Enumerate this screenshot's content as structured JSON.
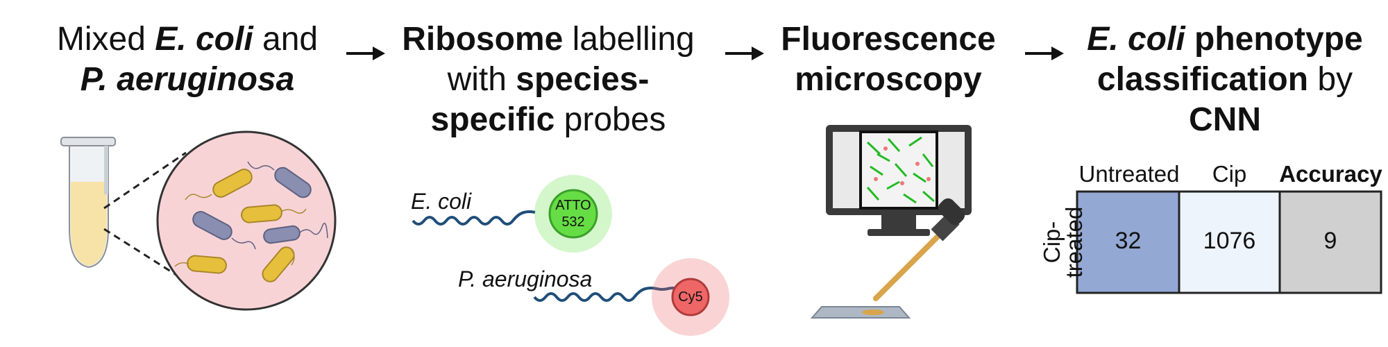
{
  "steps": [
    {
      "parts": [
        {
          "t": "Mixed ",
          "s": ""
        },
        {
          "t": "E. coli",
          "s": "bi"
        },
        {
          "t": " and",
          "s": ""
        },
        {
          "br": true
        },
        {
          "t": "P. aeruginosa",
          "s": "bi"
        }
      ]
    },
    {
      "parts": [
        {
          "t": "Ribosome",
          "s": "b"
        },
        {
          "t": " labelling",
          "s": ""
        },
        {
          "br": true
        },
        {
          "t": "with ",
          "s": ""
        },
        {
          "t": "species-",
          "s": "b"
        },
        {
          "br": true
        },
        {
          "t": "specific",
          "s": "b"
        },
        {
          "t": " probes",
          "s": ""
        }
      ]
    },
    {
      "parts": [
        {
          "t": "Fluorescence",
          "s": "b"
        },
        {
          "br": true
        },
        {
          "t": "microscopy",
          "s": "b"
        }
      ]
    },
    {
      "parts": [
        {
          "t": "E. coli",
          "s": "bi"
        },
        {
          "t": " phenotype",
          "s": "b"
        },
        {
          "br": true
        },
        {
          "t": "classification",
          "s": "b"
        },
        {
          "t": " by",
          "s": ""
        },
        {
          "br": true
        },
        {
          "t": "CNN",
          "s": "b"
        }
      ]
    }
  ],
  "probes": {
    "ecoli_label": "E. coli",
    "ecoli_dye_line1": "ATTO",
    "ecoli_dye_line2": "532",
    "paeru_label": "P. aeruginosa",
    "paeru_dye": "Cy5"
  },
  "matrix": {
    "col_headers": [
      "Untreated",
      "Cip",
      "Accuracy"
    ],
    "row_label_line1": "Cip-",
    "row_label_line2": "treated",
    "values": [
      "32",
      "1076",
      "9"
    ],
    "colors": {
      "cell1": "#94a8d4",
      "cell2": "#eef4fb",
      "cell3": "#d0d0d0",
      "border": "#222222"
    }
  },
  "colors": {
    "ecoli_probe": "#66dd44",
    "paeru_probe": "#ee6666",
    "bacteria_ecoli": "#e6bf3c",
    "bacteria_paeru": "#8a8eb0",
    "circle_bg": "#f8d3d6",
    "probe_line": "#1f4e79"
  }
}
